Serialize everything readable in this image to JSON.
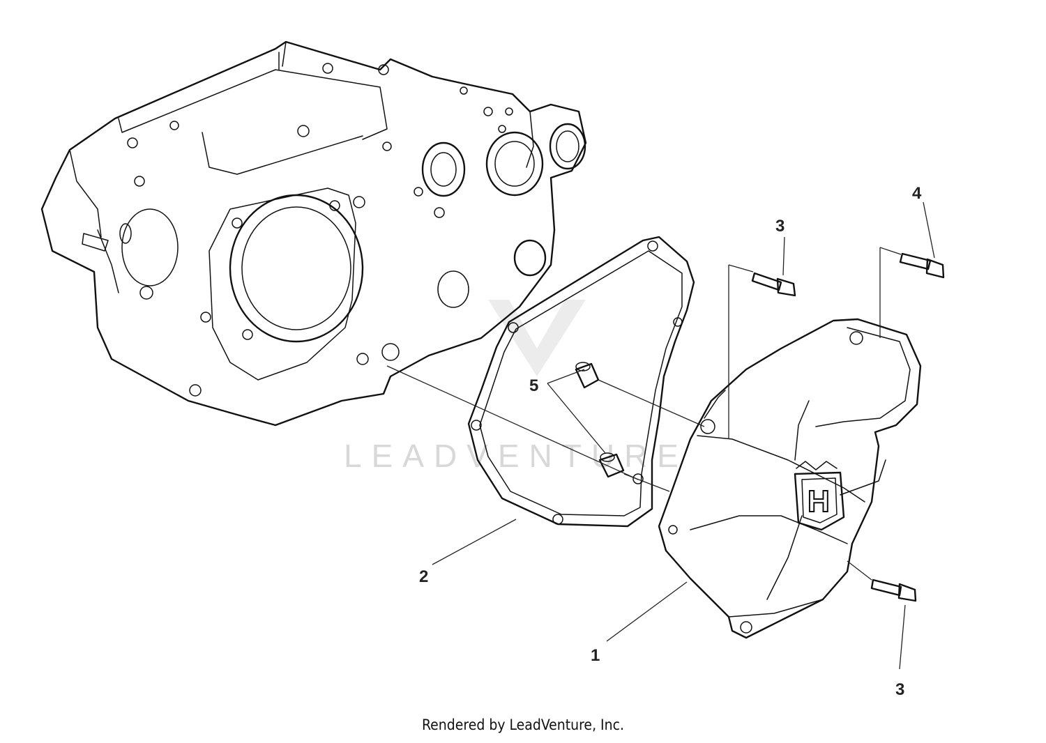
{
  "diagram": {
    "callouts": {
      "c1": "1",
      "c2": "2",
      "c3_top": "3",
      "c3_bottom": "3",
      "c4": "4",
      "c5": "5"
    },
    "watermark": {
      "logo_name": "leadventure-logo",
      "text": "LEADVENTURE"
    },
    "cover_emblem": "H"
  },
  "footer": {
    "credit": "Rendered by LeadVenture, Inc."
  }
}
